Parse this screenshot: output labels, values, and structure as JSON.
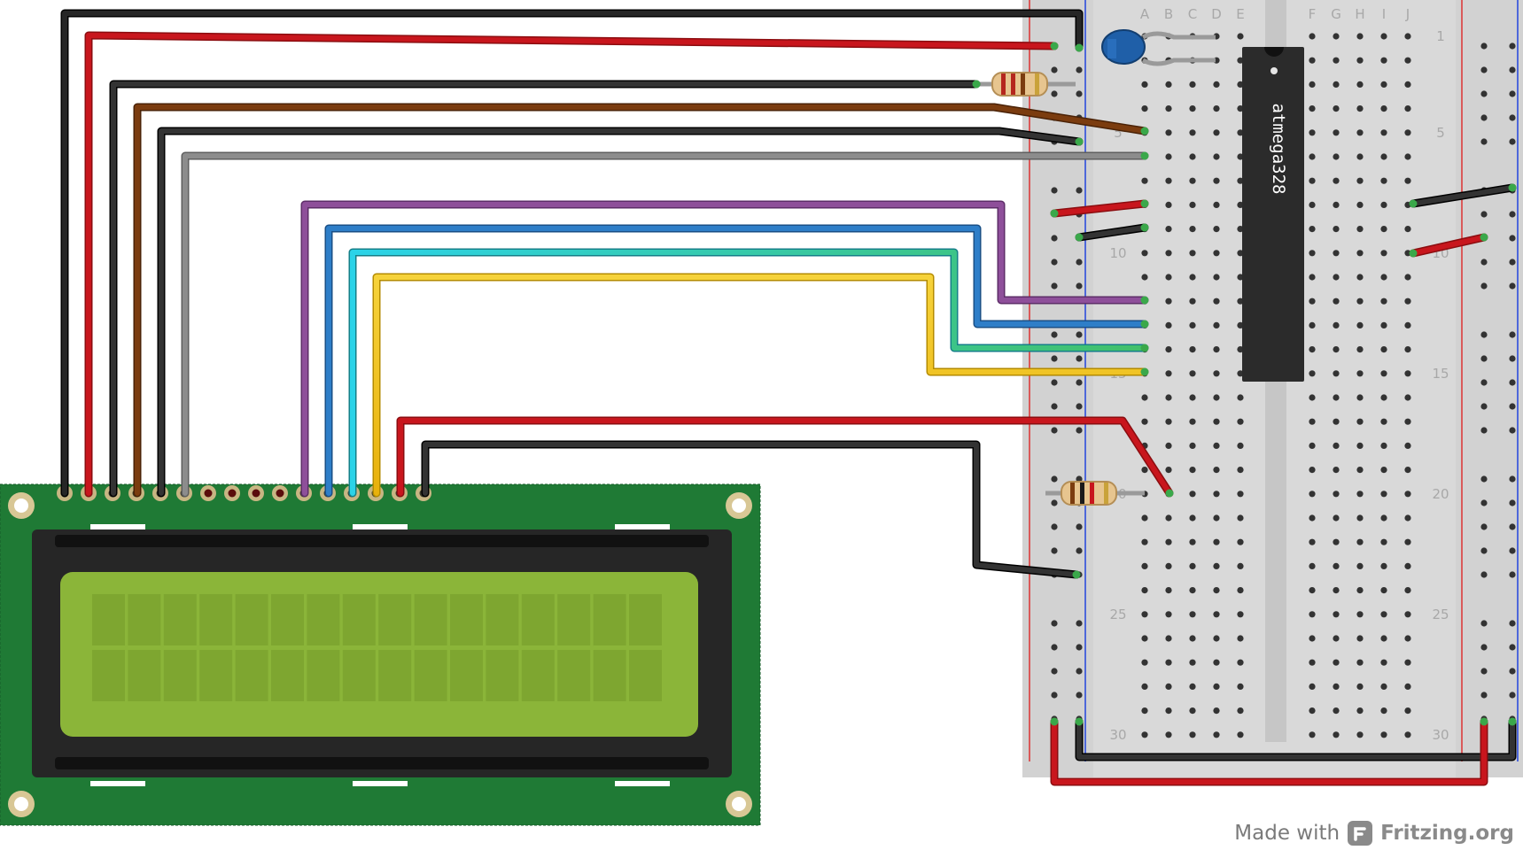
{
  "breadboard": {
    "column_letters_left": [
      "A",
      "B",
      "C",
      "D",
      "E"
    ],
    "column_letters_right": [
      "F",
      "G",
      "H",
      "I",
      "J"
    ],
    "row_numbers": [
      "1",
      "5",
      "10",
      "15",
      "20",
      "25",
      "30"
    ]
  },
  "chip": {
    "label": "atmega328"
  },
  "credit": {
    "prefix": "Made with",
    "brand": "Fritzing.org"
  },
  "colors": {
    "black": "#1a1a1a",
    "red": "#c8161d",
    "brown": "#7b3c0f",
    "gray": "#8c8c8c",
    "purple": "#8e4f9a",
    "blue": "#2e7ec8",
    "cyan": "#3ec8d6",
    "green": "#31b46e",
    "yellow": "#f4c61b",
    "pcb": "#1f7a35",
    "lcd": "#8bb539"
  }
}
